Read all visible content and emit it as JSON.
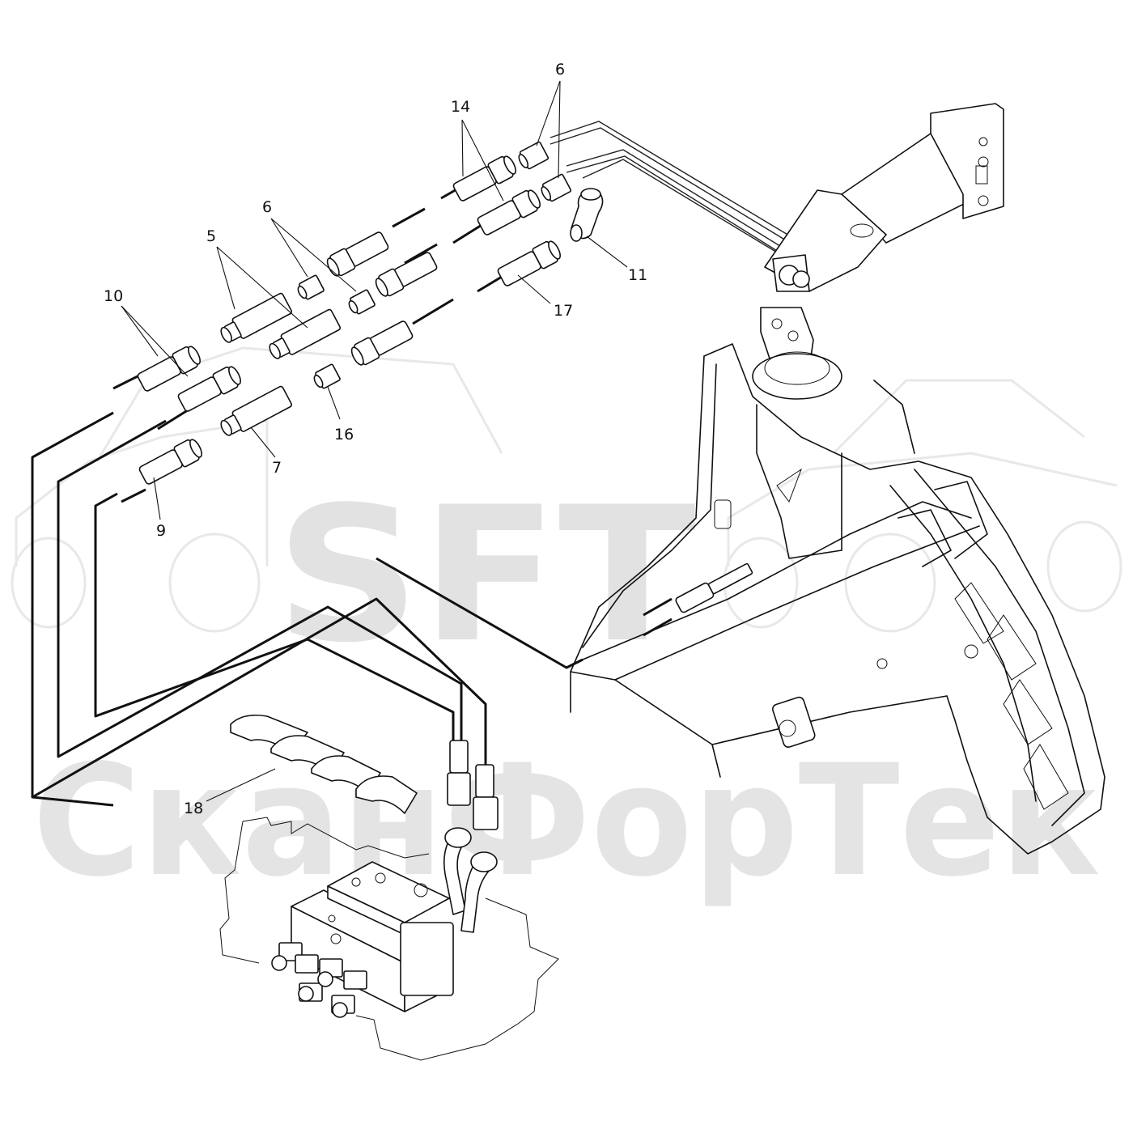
{
  "watermark": {
    "logo_text": "SFT",
    "company_text": "СканФорТек"
  },
  "callouts": [
    {
      "id": "c6a",
      "label": "6"
    },
    {
      "id": "c14",
      "label": "14"
    },
    {
      "id": "c6b",
      "label": "6"
    },
    {
      "id": "c5",
      "label": "5"
    },
    {
      "id": "c10",
      "label": "10"
    },
    {
      "id": "c11",
      "label": "11"
    },
    {
      "id": "c17",
      "label": "17"
    },
    {
      "id": "c16",
      "label": "16"
    },
    {
      "id": "c7",
      "label": "7"
    },
    {
      "id": "c9",
      "label": "9"
    },
    {
      "id": "c18",
      "label": "18"
    }
  ]
}
